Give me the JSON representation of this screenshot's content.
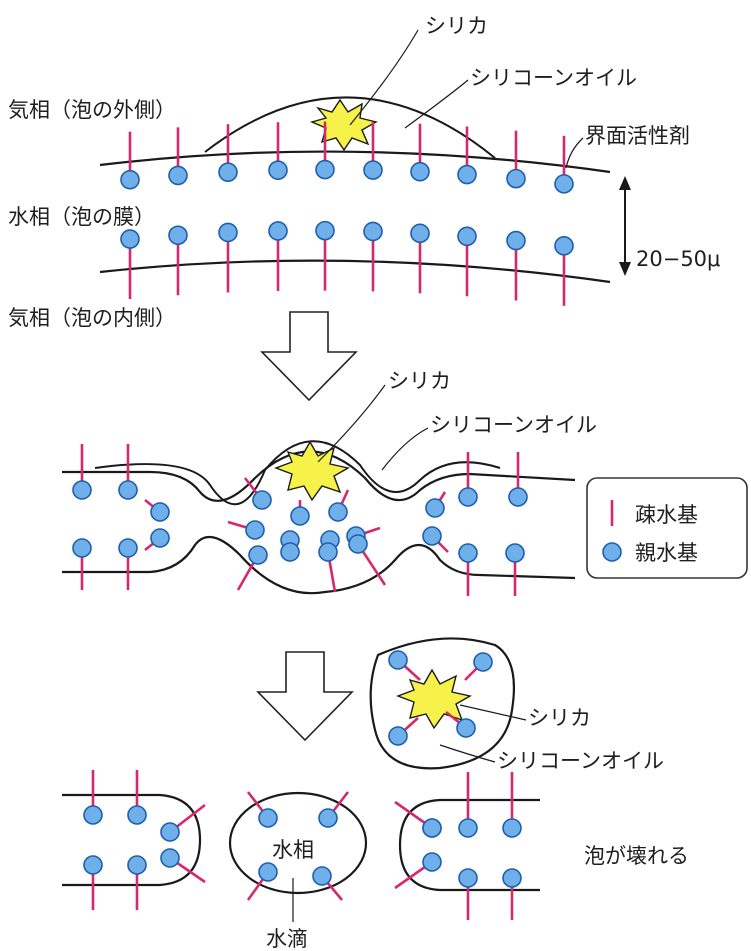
{
  "labels": {
    "silica": "シリカ",
    "silicone_oil": "シリコーンオイル",
    "surfactant": "界面活性剤",
    "gas_outside": "気相（泡の外側）",
    "water_film": "水相（泡の膜）",
    "gas_inside": "気相（泡の内側）",
    "thickness": "20−50μ",
    "water_phase": "水相",
    "water_drop": "水滴",
    "bubble_breaks": "泡が壊れる"
  },
  "legend": {
    "hydrophobic": "疎水基",
    "hydrophilic": "親水基"
  },
  "colors": {
    "hydrophobic_tail": "#d6286b",
    "hydrophilic_head": "#6fb0ea",
    "silica": "#f6f24a"
  }
}
